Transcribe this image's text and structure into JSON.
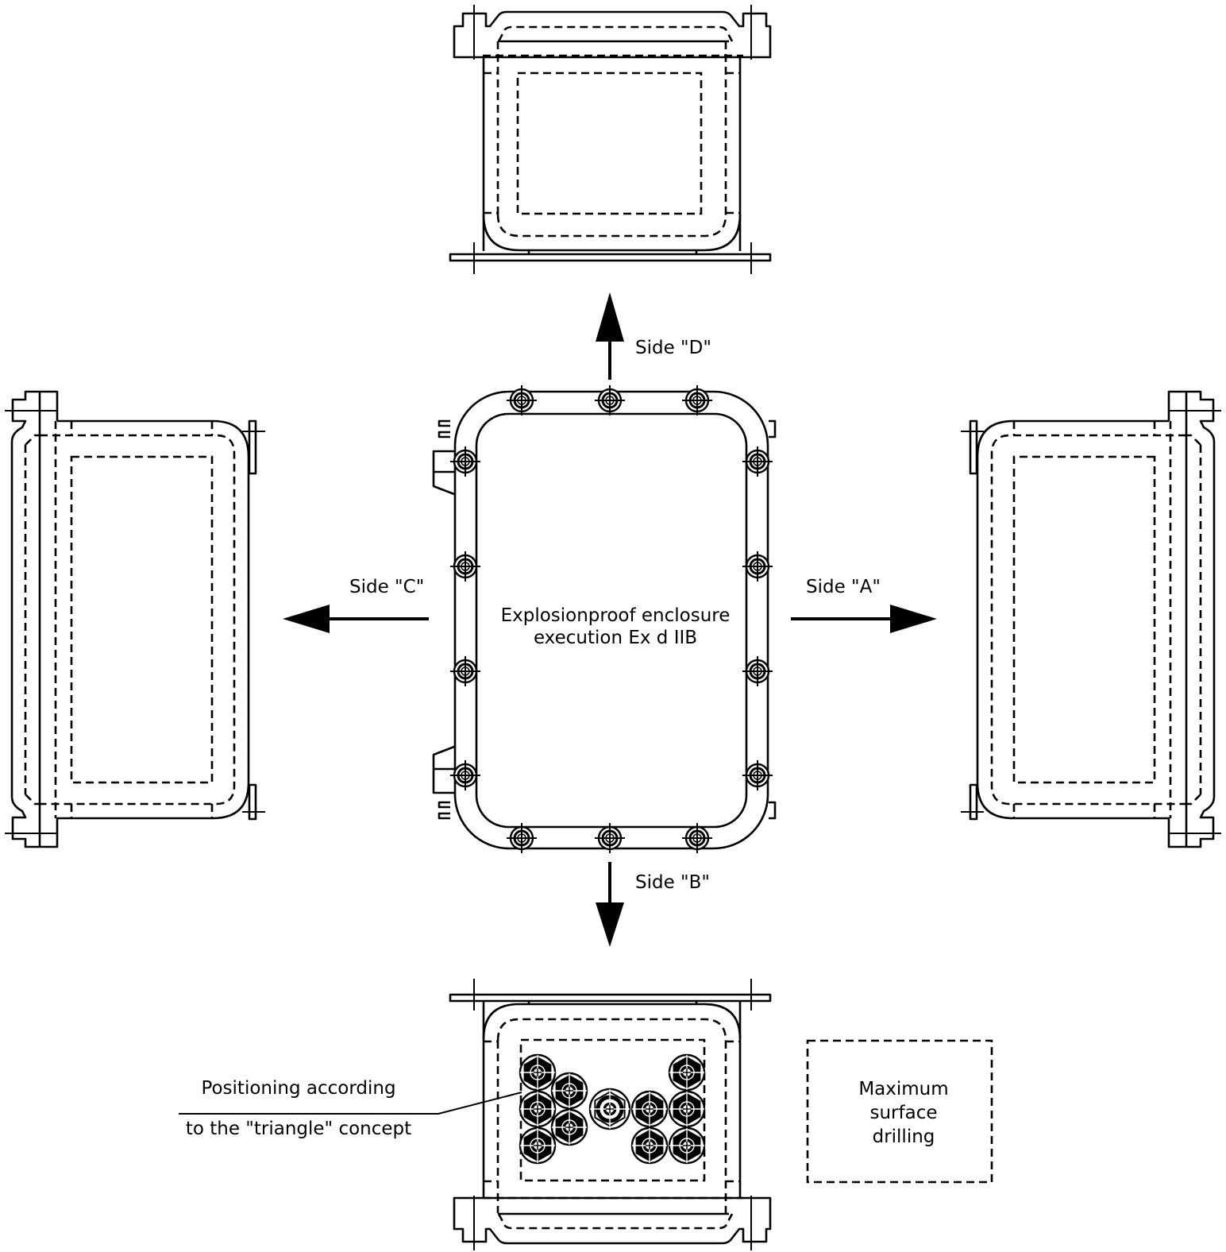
{
  "diagram": {
    "center_label": {
      "line1": "Explosionproof enclosure",
      "line2": "execution Ex d IIB"
    },
    "sides": {
      "top": "Side \"D\"",
      "left": "Side \"C\"",
      "right": "Side \"A\"",
      "bottom": "Side \"B\""
    },
    "callout": {
      "line1": "Positioning according",
      "line2": "to the \"triangle\" concept"
    },
    "legend": {
      "line1": "Maximum",
      "line2": "surface",
      "line3": "drilling"
    },
    "cable_gland_count": 11,
    "line_color": "#000000",
    "background_color": "#ffffff"
  }
}
